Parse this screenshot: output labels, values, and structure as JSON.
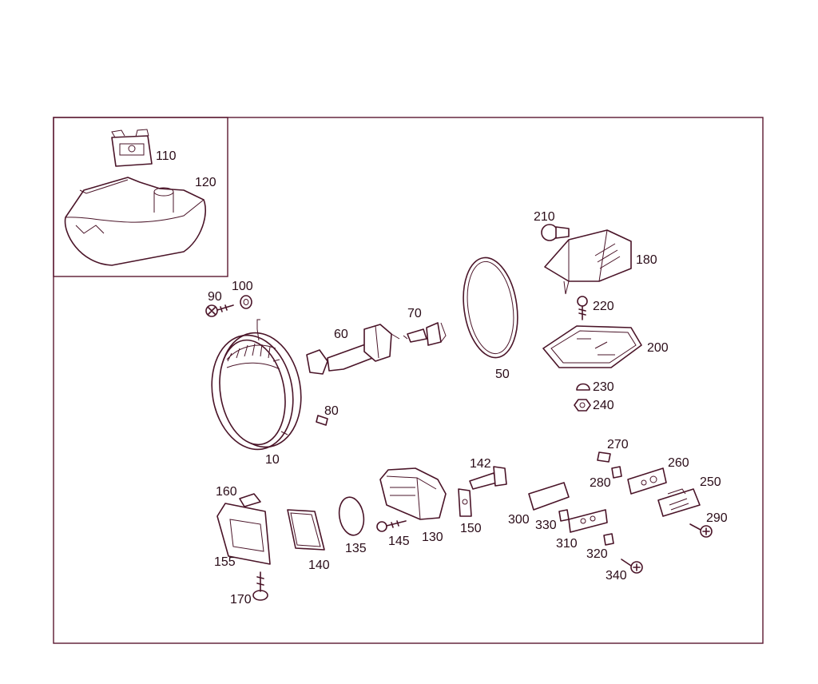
{
  "colors": {
    "line": "#4a1428",
    "frame": "#5a1830",
    "background": "#ffffff"
  },
  "labels": {
    "p110": "110",
    "p120": "120",
    "p210": "210",
    "p180": "180",
    "p90": "90",
    "p100": "100",
    "p220": "220",
    "p70": "70",
    "p60": "60",
    "p200": "200",
    "p50": "50",
    "p230": "230",
    "p240": "240",
    "p80": "80",
    "p10": "10",
    "p270": "270",
    "p260": "260",
    "p142": "142",
    "p280": "280",
    "p250": "250",
    "p160": "160",
    "p300": "300",
    "p330": "330",
    "p290": "290",
    "p150": "150",
    "p130": "130",
    "p145": "145",
    "p135": "135",
    "p310": "310",
    "p155": "155",
    "p140": "140",
    "p320": "320",
    "p340": "340",
    "p170": "170"
  }
}
